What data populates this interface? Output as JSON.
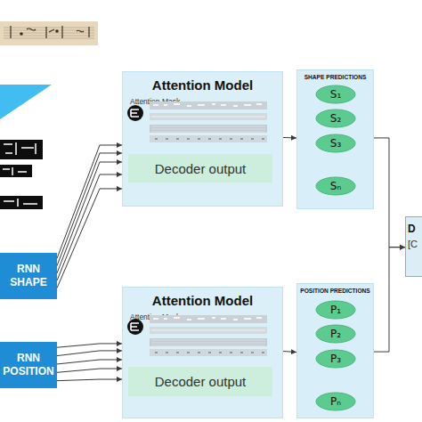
{
  "diagram": {
    "nodes": [
      {
        "text": [
          "Attention Model",
          "Attention Mask"
        ]
      },
      {
        "text": [
          "Decoder output"
        ],
        "in": 0
      },
      {
        "text": [
          "SHAPE PREDICTIONS"
        ]
      },
      {
        "text": [
          "S₁"
        ],
        "in": 2
      },
      {
        "text": [
          "S₂"
        ],
        "in": 2
      },
      {
        "text": [
          "S₃"
        ],
        "in": 2
      },
      {
        "text": [
          "Sₙ"
        ],
        "in": 2
      },
      {
        "text": [
          "D",
          "[C"
        ]
      },
      {
        "text": [
          "RNN SHAPE"
        ]
      },
      {
        "text": [
          "Attention Model",
          "Attention Mask"
        ]
      },
      {
        "text": [
          "Decoder output"
        ],
        "in": 9
      },
      {
        "text": [
          "POSITION PREDICTIONS"
        ]
      },
      {
        "text": [
          "P₁"
        ],
        "in": 11
      },
      {
        "text": [
          "P₂"
        ],
        "in": 11
      },
      {
        "text": [
          "P₃"
        ],
        "in": 11
      },
      {
        "text": [
          "Pₙ"
        ],
        "in": 11
      },
      {
        "text": [
          "RNN POSITION"
        ]
      }
    ],
    "edges": [
      {
        "from": 8,
        "to": 0,
        "arrow": "to"
      },
      {
        "from": 8,
        "to": 0,
        "arrow": "to"
      },
      {
        "from": 8,
        "to": 0,
        "arrow": "to"
      },
      {
        "from": 8,
        "to": 0,
        "arrow": "to"
      },
      {
        "from": 8,
        "to": 0,
        "arrow": "to"
      },
      {
        "from": 0,
        "to": 2,
        "arrow": "to"
      },
      {
        "from": 16,
        "to": 9,
        "arrow": "to"
      },
      {
        "from": 16,
        "to": 9,
        "arrow": "to"
      },
      {
        "from": 16,
        "to": 9,
        "arrow": "to"
      },
      {
        "from": 16,
        "to": 9,
        "arrow": "to"
      },
      {
        "from": 16,
        "to": 9,
        "arrow": "to"
      },
      {
        "from": 9,
        "to": 11,
        "arrow": "to"
      },
      {
        "from": 2,
        "to": 7,
        "arrow": "to"
      },
      {
        "from": 11,
        "to": 7,
        "arrow": "to"
      }
    ]
  }
}
